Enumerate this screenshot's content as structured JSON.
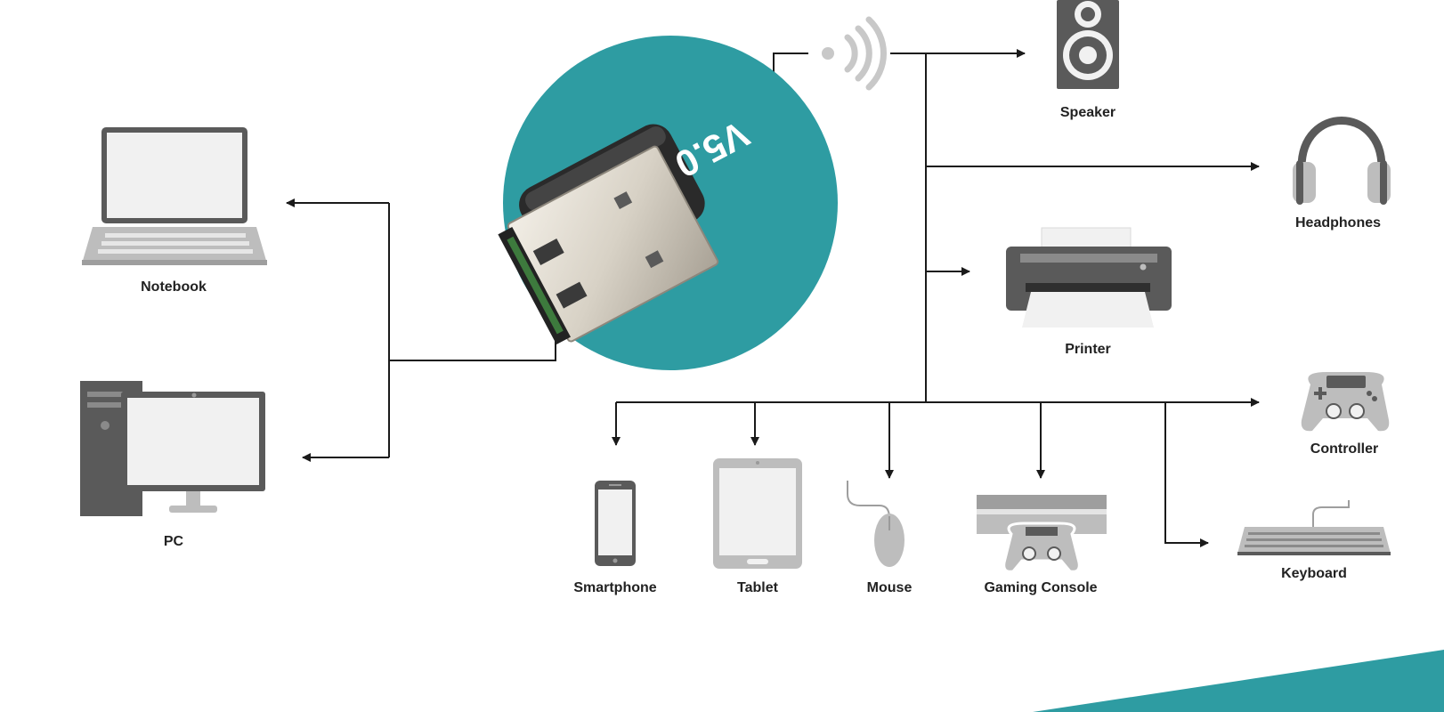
{
  "dongle": {
    "text": "V5.0"
  },
  "devices": {
    "notebook": {
      "label": "Notebook"
    },
    "pc": {
      "label": "PC"
    },
    "speaker": {
      "label": "Speaker"
    },
    "headphones": {
      "label": "Headphones"
    },
    "printer": {
      "label": "Printer"
    },
    "controller": {
      "label": "Controller"
    },
    "keyboard": {
      "label": "Keyboard"
    },
    "smartphone": {
      "label": "Smartphone"
    },
    "tablet": {
      "label": "Tablet"
    },
    "mouse": {
      "label": "Mouse"
    },
    "gaming": {
      "label": "Gaming Console"
    }
  },
  "colors": {
    "teal": "#2e9ca2",
    "line": "#1a1a1a",
    "device_dark": "#5a5a5a",
    "device_light": "#bdbdbd",
    "screen": "#f1f1f1"
  }
}
